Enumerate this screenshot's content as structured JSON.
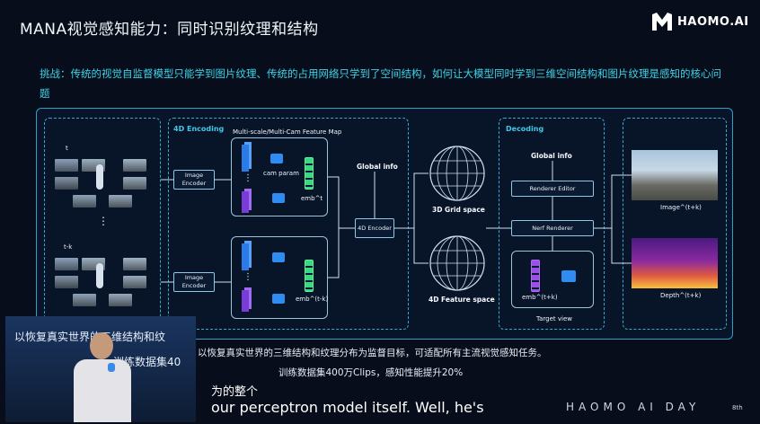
{
  "header": {
    "title": "MANA视觉感知能力：同时识别纹理和结构",
    "logo_text": "HAOMO.AI"
  },
  "challenge": "挑战：传统的视觉自监督模型只能学到图片纹理、传统的占用网络只学到了空间结构，如何让大模型同时学到三维空间结构和图片纹理是感知的核心问题",
  "diagram": {
    "time_t": "t",
    "time_tk": "t-k",
    "dots": "⋮",
    "image_encoder_1": "Image Encoder",
    "image_encoder_2": "Image Encoder",
    "encoding_label": "4D Encoding",
    "feature_map_label": "Multi-scale/Multi-Cam Feature Map",
    "cam_param": "cam param",
    "emb_t": "emb^t",
    "emb_tk": "emb^(t-k)",
    "global_info_1": "Global info",
    "encoder_4d": "4D Encoder",
    "grid_space": "3D Grid space",
    "feature_space": "4D Feature space",
    "decoding_label": "Decoding",
    "global_info_2": "Global info",
    "renderer_editor": "Renderer Editor",
    "nerf_renderer": "Nerf Renderer",
    "emb_target": "emb^(t+k)",
    "target_view": "Target view",
    "image_out": "Image^(t+k)",
    "depth_out": "Depth^(t+k)"
  },
  "bottom": {
    "line1": "以恢复真实世界的三维结构和纹理分布为监督目标，可适配所有主流视觉感知任务。",
    "line2": "训练数据集400万Clips，感知性能提升20%"
  },
  "inset": {
    "text1": "以恢复真实世界的三维结构和纹",
    "text2": "训练数据集40"
  },
  "subtitles": {
    "zh": "为的整个",
    "en": "our perceptron model itself. Well, he's"
  },
  "watermark": {
    "text": "HAOMO AI DAY",
    "edition": "8th"
  }
}
